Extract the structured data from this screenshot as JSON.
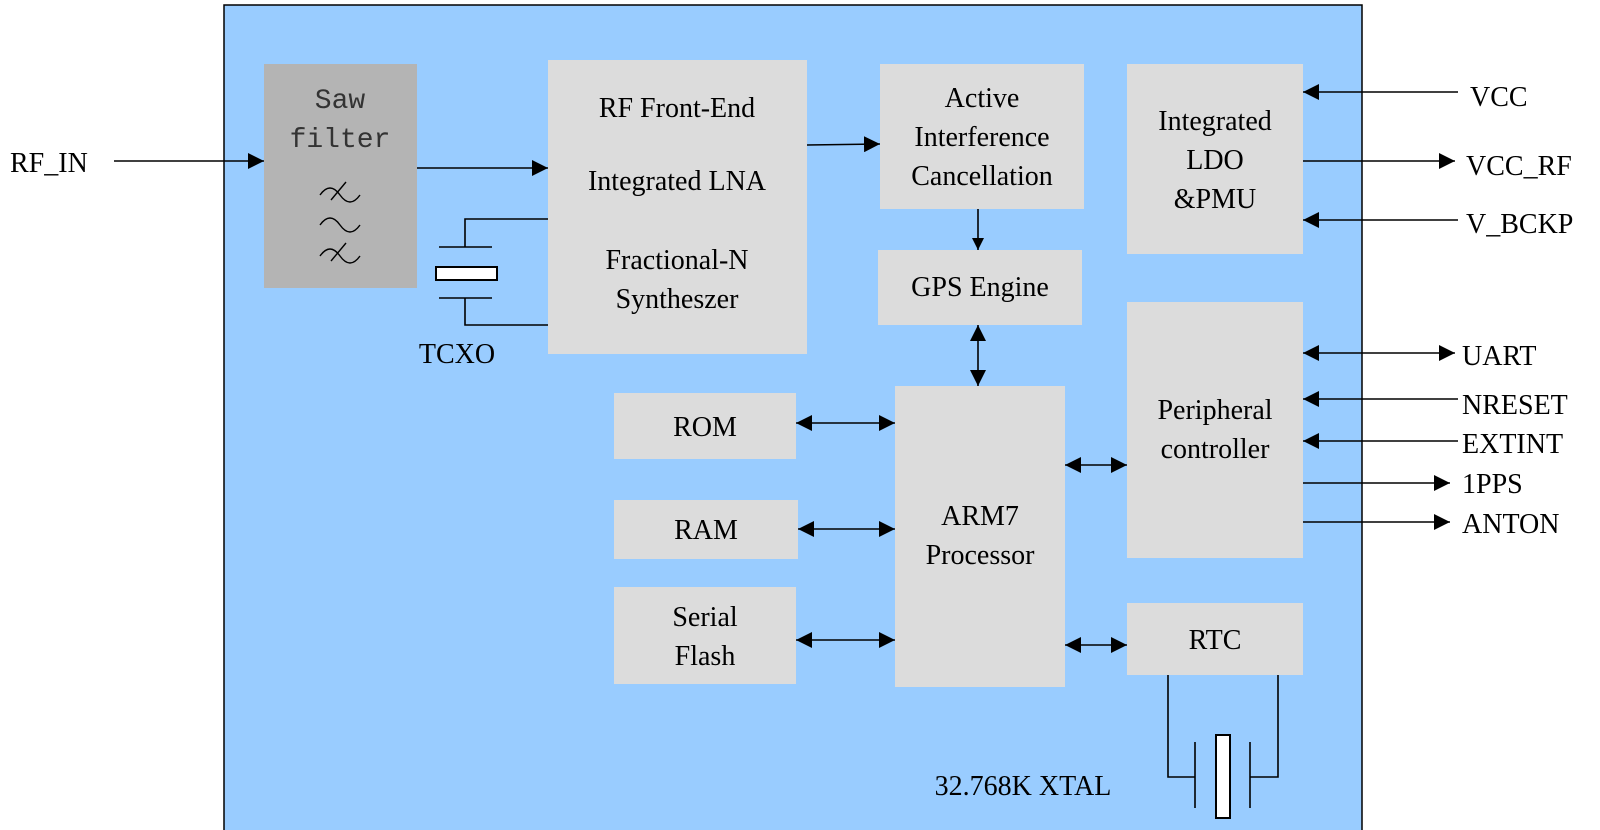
{
  "blocks": {
    "saw_filter": {
      "line1": "Saw",
      "line2": "filter"
    },
    "rf_front_end": {
      "line1": "RF Front-End",
      "line2": "Integrated LNA",
      "line3": "Fractional-N",
      "line4": "Syntheszer"
    },
    "aic": {
      "line1": "Active",
      "line2": "Interference",
      "line3": "Cancellation"
    },
    "ldo": {
      "line1": "Integrated",
      "line2": "LDO",
      "line3": "&PMU"
    },
    "gps_engine": {
      "label": "GPS Engine"
    },
    "rom": {
      "label": "ROM"
    },
    "ram": {
      "label": "RAM"
    },
    "serial_flash": {
      "line1": "Serial",
      "line2": "Flash"
    },
    "arm7": {
      "line1": "ARM7",
      "line2": "Processor"
    },
    "peripheral": {
      "line1": "Peripheral",
      "line2": "controller"
    },
    "rtc": {
      "label": "RTC"
    }
  },
  "labels": {
    "tcxo": "TCXO",
    "xtal": "32.768K XTAL"
  },
  "signals": {
    "rf_in": "RF_IN",
    "vcc": "VCC",
    "vcc_rf": "VCC_RF",
    "v_bckp": "V_BCKP",
    "uart": "UART",
    "nreset": "NRESET",
    "extint": "EXTINT",
    "pps": "1PPS",
    "anton": "ANTON"
  },
  "colors": {
    "chip_background": "#99ccff",
    "block_fill": "#dcdcdc",
    "saw_filter_fill": "#b4b4b4"
  }
}
